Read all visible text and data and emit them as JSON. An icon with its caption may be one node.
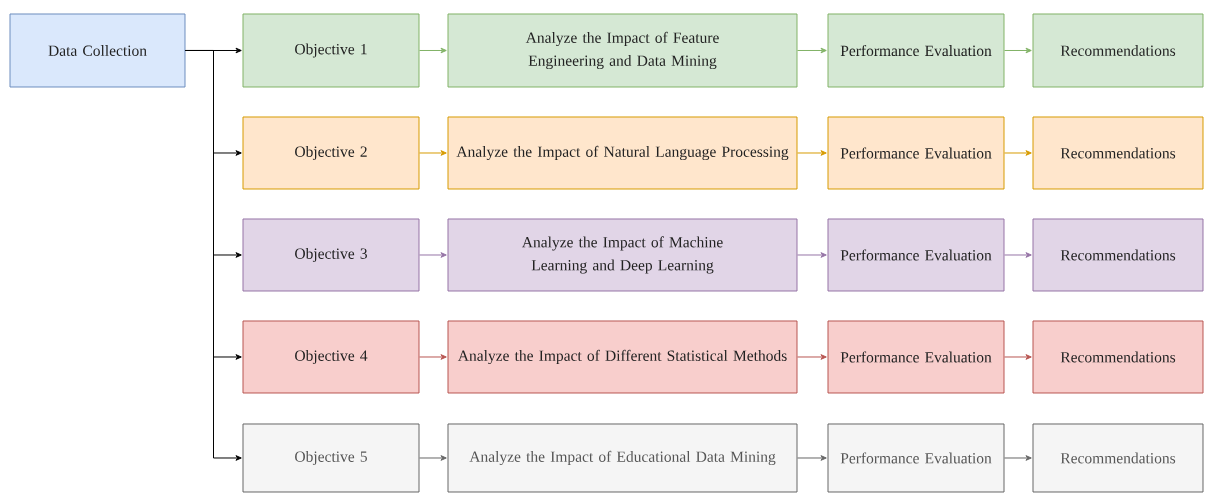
{
  "diagram": {
    "nodes": [
      {
        "text": [
          "Data Collection"
        ]
      },
      {
        "text": [
          "Objective 1"
        ]
      },
      {
        "text": [
          "Analyze the Impact of Feature Engineering and Data Mining"
        ]
      },
      {
        "text": [
          "Performance Evaluation"
        ]
      },
      {
        "text": [
          "Recommendations"
        ]
      },
      {
        "text": [
          "Objective 2"
        ]
      },
      {
        "text": [
          "Analyze the Impact of Natural Language Processing"
        ]
      },
      {
        "text": [
          "Performance Evaluation"
        ]
      },
      {
        "text": [
          "Recommendations"
        ]
      },
      {
        "text": [
          "Objective 3"
        ]
      },
      {
        "text": [
          "Analyze the Impact of Machine Learning and Deep Learning"
        ]
      },
      {
        "text": [
          "Performance Evaluation"
        ]
      },
      {
        "text": [
          "Recommendations"
        ]
      },
      {
        "text": [
          "Objective 4"
        ]
      },
      {
        "text": [
          "Analyze the Impact of Different Statistical Methods"
        ]
      },
      {
        "text": [
          "Performance Evaluation"
        ]
      },
      {
        "text": [
          "Recommendations"
        ]
      },
      {
        "text": [
          "Objective 5"
        ]
      },
      {
        "text": [
          "Analyze the Impact of Educational Data Mining"
        ]
      },
      {
        "text": [
          "Performance Evaluation"
        ]
      },
      {
        "text": [
          "Recommendations"
        ]
      }
    ],
    "edges": [
      {
        "from": 0,
        "to": 1,
        "arrow": "to"
      },
      {
        "from": 0,
        "to": 5,
        "arrow": "to"
      },
      {
        "from": 0,
        "to": 9,
        "arrow": "to"
      },
      {
        "from": 0,
        "to": 13,
        "arrow": "to"
      },
      {
        "from": 0,
        "to": 17,
        "arrow": "to"
      },
      {
        "from": 1,
        "to": 2,
        "arrow": "to",
        "color": "#82b366"
      },
      {
        "from": 2,
        "to": 3,
        "arrow": "to",
        "color": "#82b366"
      },
      {
        "from": 3,
        "to": 4,
        "arrow": "to",
        "color": "#82b366"
      },
      {
        "from": 5,
        "to": 6,
        "arrow": "to",
        "color": "#d79b00"
      },
      {
        "from": 6,
        "to": 7,
        "arrow": "to",
        "color": "#d79b00"
      },
      {
        "from": 7,
        "to": 8,
        "arrow": "to",
        "color": "#d79b00"
      },
      {
        "from": 9,
        "to": 10,
        "arrow": "to",
        "color": "#9673a6"
      },
      {
        "from": 10,
        "to": 11,
        "arrow": "to",
        "color": "#9673a6"
      },
      {
        "from": 11,
        "to": 12,
        "arrow": "to",
        "color": "#9673a6"
      },
      {
        "from": 13,
        "to": 14,
        "arrow": "to",
        "color": "#b85450"
      },
      {
        "from": 14,
        "to": 15,
        "arrow": "to",
        "color": "#b85450"
      },
      {
        "from": 15,
        "to": 16,
        "arrow": "to",
        "color": "#b85450"
      },
      {
        "from": 17,
        "to": 18,
        "arrow": "to",
        "color": "#666666"
      },
      {
        "from": 18,
        "to": 19,
        "arrow": "to",
        "color": "#666666"
      },
      {
        "from": 19,
        "to": 20,
        "arrow": "to",
        "color": "#666666"
      }
    ]
  }
}
